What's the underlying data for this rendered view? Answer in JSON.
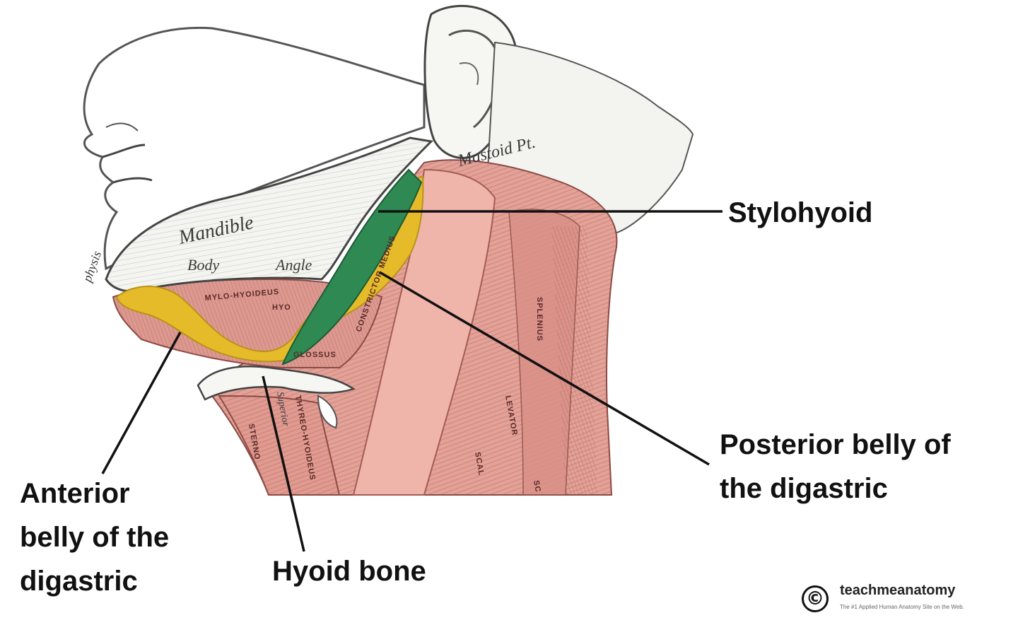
{
  "labels": {
    "stylohyoid": "Stylohyoid",
    "posterior": [
      "Posterior belly of",
      "the digastric"
    ],
    "anterior": [
      "Anterior",
      "belly of the",
      "digastric"
    ],
    "hyoid": "Hyoid bone"
  },
  "engraved": {
    "mastoid": "Mastoid Pt.",
    "mandible": "Mandible",
    "body": "Body",
    "angle": "Angle",
    "symphysis": "physis",
    "mylohyoideus": "MYLO-HYOIDEUS",
    "hyo": "HYO",
    "glossus": "GLOSSUS",
    "constrictor": "CONSTRICTOR MEDIUS",
    "splenius": "SPLENIUS",
    "levator": "LEVATOR",
    "scal": "SCAL",
    "sterno": "STERNO",
    "superior": "Superior",
    "thyreohyoid": "THYREO-HYOIDEUS",
    "sc": "SC"
  },
  "watermark": {
    "symbol": "©",
    "name": "teachmeanatomy",
    "tagline": "The #1 Applied Human Anatomy Site on the Web."
  },
  "colors": {
    "muscle": "#e3a197",
    "muscle_dark": "#b86e66",
    "digastric": "#e6bb2a",
    "stylohyoid": "#2e8a52",
    "bone": "#f2f2ee",
    "text": "#111111"
  }
}
